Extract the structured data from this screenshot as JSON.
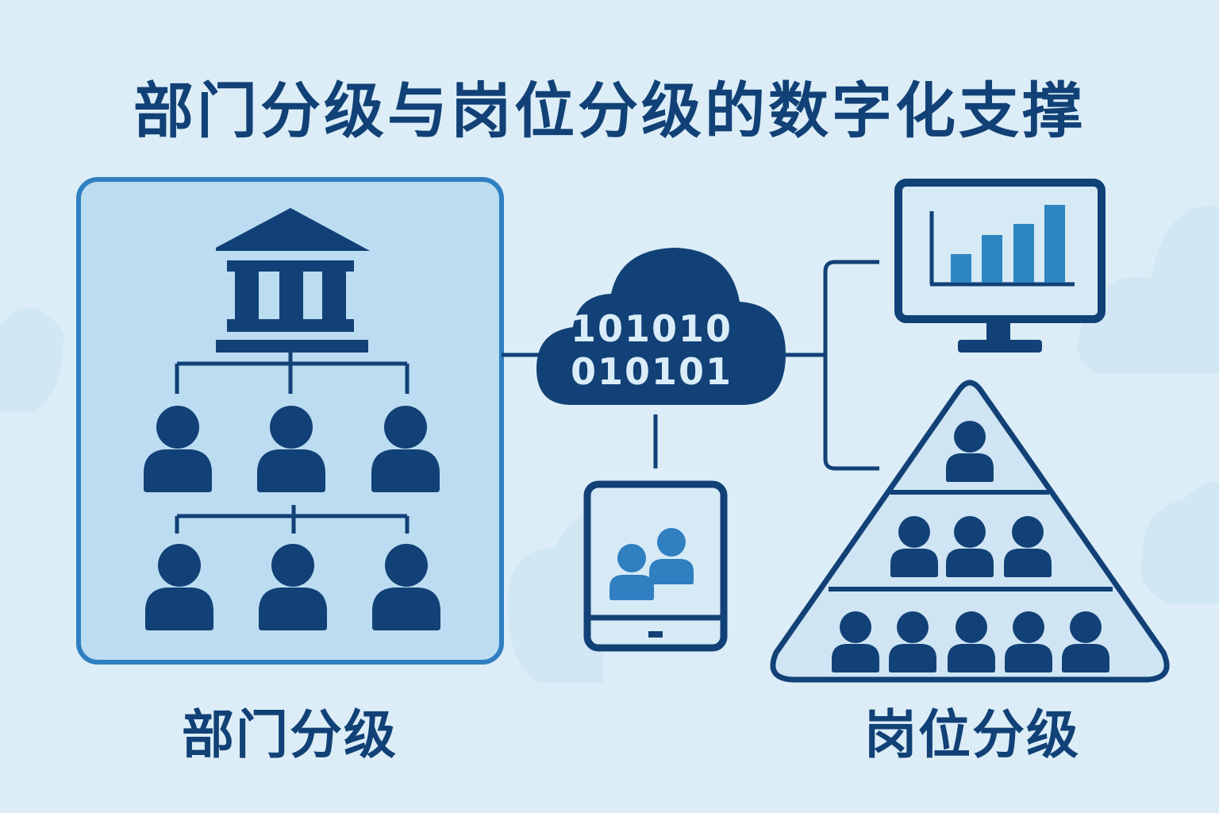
{
  "title": "部门分级与岗位分级的数字化支撑",
  "department": {
    "label": "部门分级"
  },
  "position": {
    "label": "岗位分级"
  },
  "cloud": {
    "line1": "101010",
    "line2": "010101"
  },
  "colors": {
    "navy": "#114176",
    "accent": "#2e86c1",
    "panel": "#bcdcf1",
    "background": "#dcedf7"
  },
  "icons": [
    "bank-icon",
    "person-icon",
    "cloud-icon",
    "tablet-icon",
    "monitor-icon",
    "bar-chart-icon",
    "pyramid-icon"
  ]
}
